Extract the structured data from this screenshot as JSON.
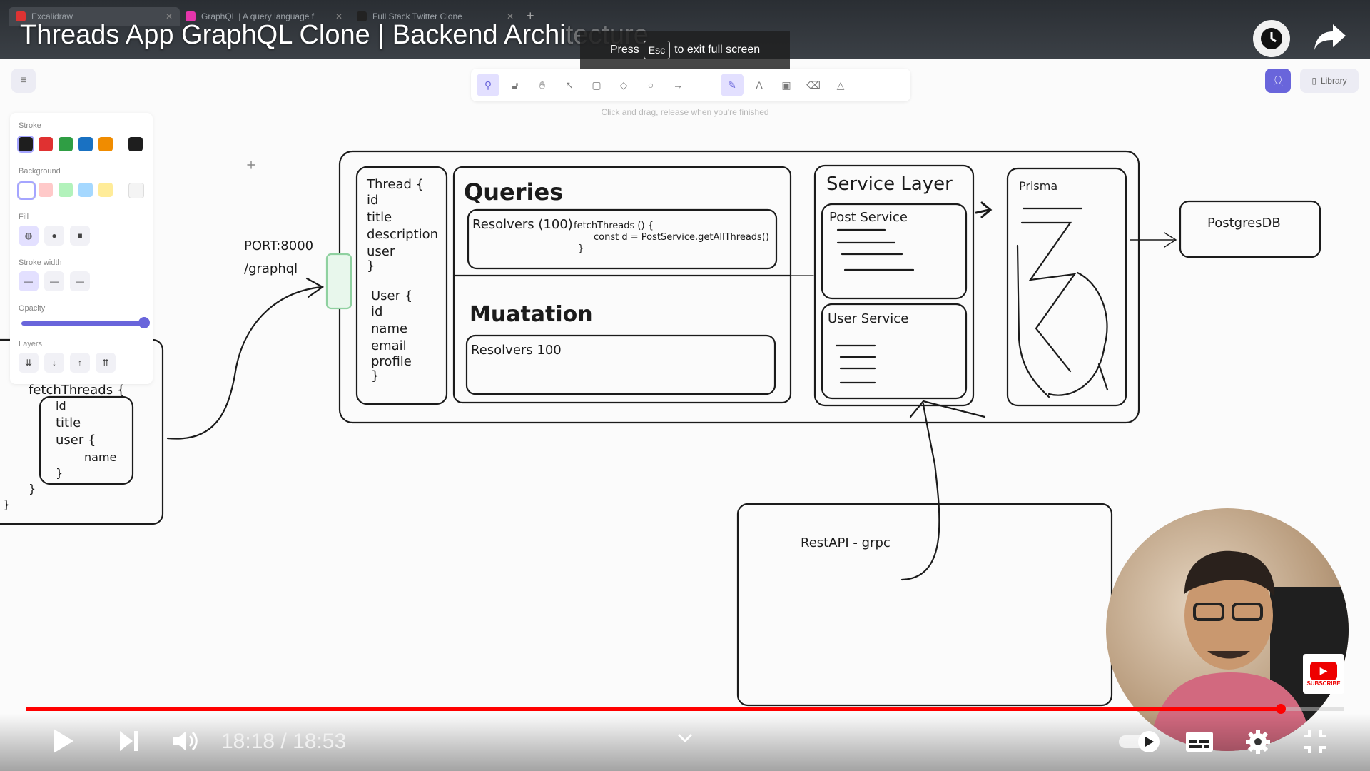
{
  "browser": {
    "tabs": [
      {
        "label": "Excalidraw"
      },
      {
        "label": "GraphQL | A query language f"
      },
      {
        "label": "Full Stack Twitter Clone"
      }
    ]
  },
  "video": {
    "title": "Threads App GraphQL Clone | Backend Archi",
    "title_faded": "tecture",
    "fullscreen_hint_pre": "Press",
    "fullscreen_hint_key": "Esc",
    "fullscreen_hint_post": "to exit full screen",
    "current_time": "18:18",
    "duration": "18:53",
    "time_display": "18:18 / 18:53",
    "progress": 0.952,
    "subscribe_label": "SUBSCRIBE"
  },
  "excalidraw": {
    "hint": "Click and drag, release when you're finished",
    "library_label": "Library",
    "tools": [
      "lock",
      "hand",
      "selection",
      "rectangle",
      "diamond",
      "ellipse",
      "arrow",
      "line",
      "draw",
      "text",
      "image",
      "eraser",
      "more"
    ],
    "active_tool": "draw",
    "properties": {
      "stroke_label": "Stroke",
      "background_label": "Background",
      "fill_label": "Fill",
      "stroke_width_label": "Stroke width",
      "opacity_label": "Opacity",
      "layers_label": "Layers",
      "stroke_colors": [
        "#1e1e1e",
        "#e03131",
        "#2f9e44",
        "#1971c2",
        "#f08c00"
      ],
      "current_stroke": "#1e1e1e",
      "background_colors": [
        "#ffffff",
        "#ffc9c9",
        "#b2f2bb",
        "#a5d8ff",
        "#ffec99"
      ],
      "opacity": 1.0
    }
  },
  "diagram": {
    "port_label": "PORT:8000",
    "endpoint_label": "/graphql",
    "thread_type": [
      "Thread {",
      "id",
      "title",
      "description",
      "user",
      "}"
    ],
    "user_type": [
      "User {",
      "id",
      "name",
      "email",
      "profile",
      "}"
    ],
    "queries_title": "Queries",
    "queries_resolver": "Resolvers (100)",
    "queries_code_1": "fetchThreads () {",
    "queries_code_2": "const d = PostService.getAllThreads()",
    "queries_code_3": "}",
    "mutation_title": "Muatation",
    "mutation_resolver": "Resolvers 100",
    "service_layer_title": "Service Layer",
    "post_service": "Post Service",
    "user_service": "User Service",
    "prisma_label": "Prisma",
    "db_label": "PostgresDB",
    "rest_label": "RestAPI - grpc",
    "client_query": [
      "fetchThreads {",
      "id",
      "title",
      "user {",
      "name",
      "}",
      "}",
      "}"
    ]
  }
}
